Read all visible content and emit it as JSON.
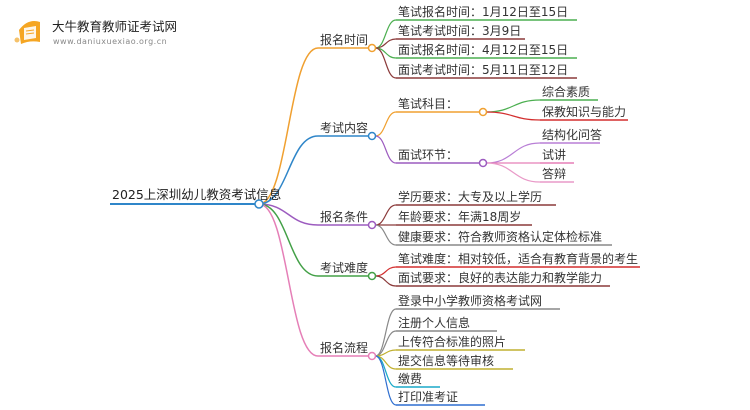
{
  "logo": {
    "title": "大牛教育教师证考试网",
    "url": "www.daniuxuexiao.org.cn"
  },
  "root": {
    "label": "2025上深圳幼儿教资考试信息"
  },
  "branches": [
    {
      "label": "报名时间",
      "color": "#f0a030",
      "children": [
        {
          "label": "笔试报名时间：1月12日至15日",
          "color": "#4caf50"
        },
        {
          "label": "笔试考试时间：3月9日",
          "color": "#8b3a3a"
        },
        {
          "label": "面试报名时间：4月12日至15日",
          "color": "#4caf50"
        },
        {
          "label": "面试考试时间：5月11日至12日",
          "color": "#8b3a3a"
        }
      ]
    },
    {
      "label": "考试内容",
      "color": "#2f86c9",
      "children": [
        {
          "label": "笔试科目：",
          "color": "#f0a030",
          "children": [
            {
              "label": "综合素质",
              "color": "#4caf50"
            },
            {
              "label": "保教知识与能力",
              "color": "#d32f2f"
            }
          ]
        },
        {
          "label": "面试环节：",
          "color": "#9c5bbf",
          "children": [
            {
              "label": "结构化问答",
              "color": "#b97fd6"
            },
            {
              "label": "试讲",
              "color": "#e57fb7"
            },
            {
              "label": "答辩",
              "color": "#e99ac8"
            }
          ]
        }
      ]
    },
    {
      "label": "报名条件",
      "color": "#9c5bbf",
      "children": [
        {
          "label": "学历要求：大专及以上学历",
          "color": "#8b3a3a"
        },
        {
          "label": "年龄要求：年满18周岁",
          "color": "#8b3a3a"
        },
        {
          "label": "健康要求：符合教师资格认定体检标准",
          "color": "#888888"
        }
      ]
    },
    {
      "label": "考试难度",
      "color": "#43a047",
      "children": [
        {
          "label": "笔试难度：相对较低，适合有教育背景的考生",
          "color": "#d32f2f"
        },
        {
          "label": "面试要求：良好的表达能力和教学能力",
          "color": "#8b3a3a"
        }
      ]
    },
    {
      "label": "报名流程",
      "color": "#e57fb7",
      "children": [
        {
          "label": "登录中小学教师资格考试网",
          "color": "#888888"
        },
        {
          "label": "注册个人信息",
          "color": "#888888"
        },
        {
          "label": "上传符合标准的照片",
          "color": "#c0b030"
        },
        {
          "label": "提交信息等待审核",
          "color": "#c0b030"
        },
        {
          "label": "缴费",
          "color": "#1aa9c8"
        },
        {
          "label": "打印准考证",
          "color": "#2f6fd0"
        }
      ]
    }
  ]
}
